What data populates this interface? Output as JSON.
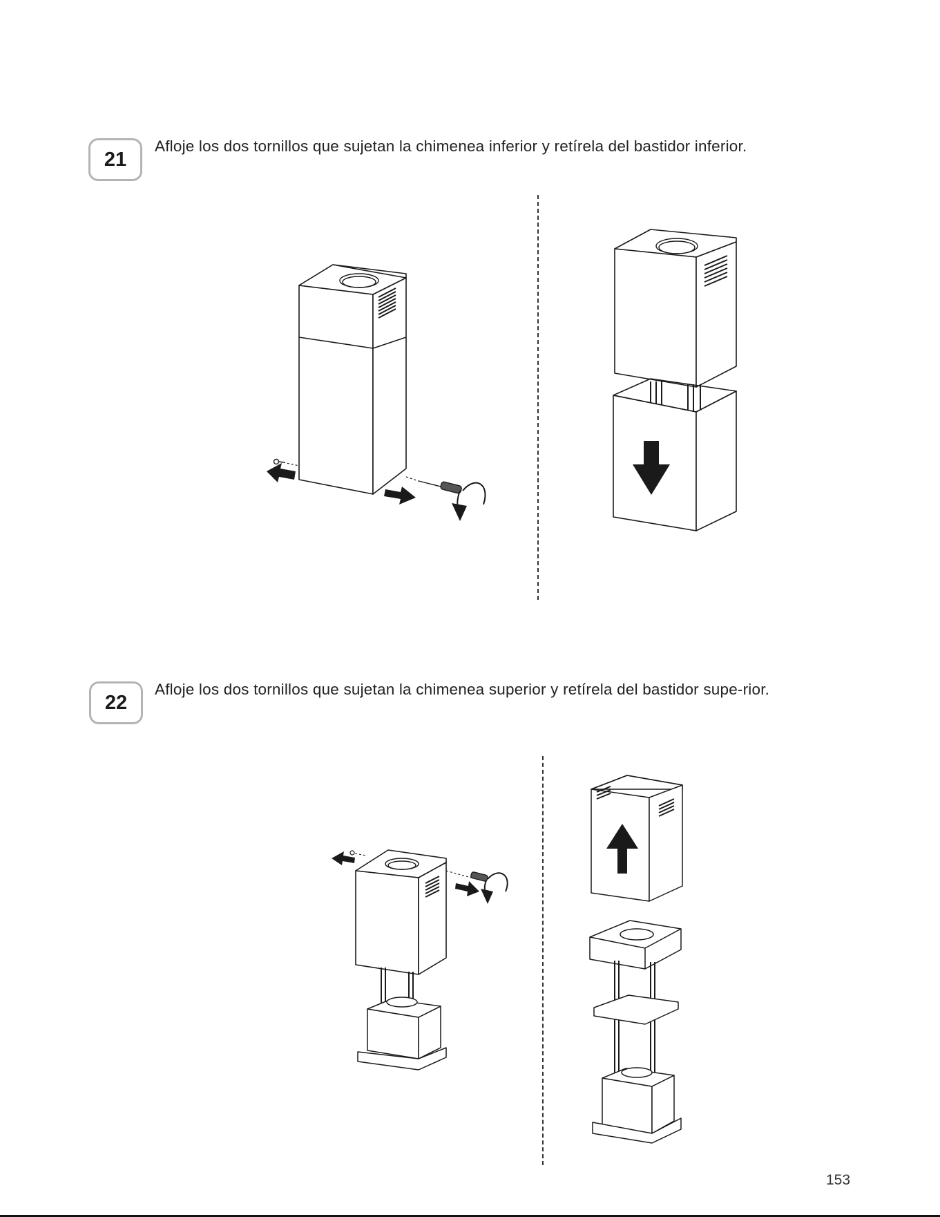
{
  "steps": [
    {
      "number": "21",
      "text": "Afloje los dos tornillos que sujetan la chimenea inferior y retírela del bastidor inferior."
    },
    {
      "number": "22",
      "text": "Afloje los dos tornillos que sujetan la chimenea superior y retírela del bastidor supe-rior."
    }
  ],
  "icons": {
    "screwdriver": "screwdriver-icon",
    "arrow_left": "arrow-left-icon",
    "arrow_right": "arrow-right-icon",
    "arrow_down": "arrow-down-icon",
    "arrow_up": "arrow-up-icon",
    "rotate": "rotate-counterclockwise-icon",
    "screw": "screw-icon"
  },
  "colors": {
    "line": "#1a1a1a",
    "badge_border": "#b4b4b4"
  },
  "page_number": "153"
}
